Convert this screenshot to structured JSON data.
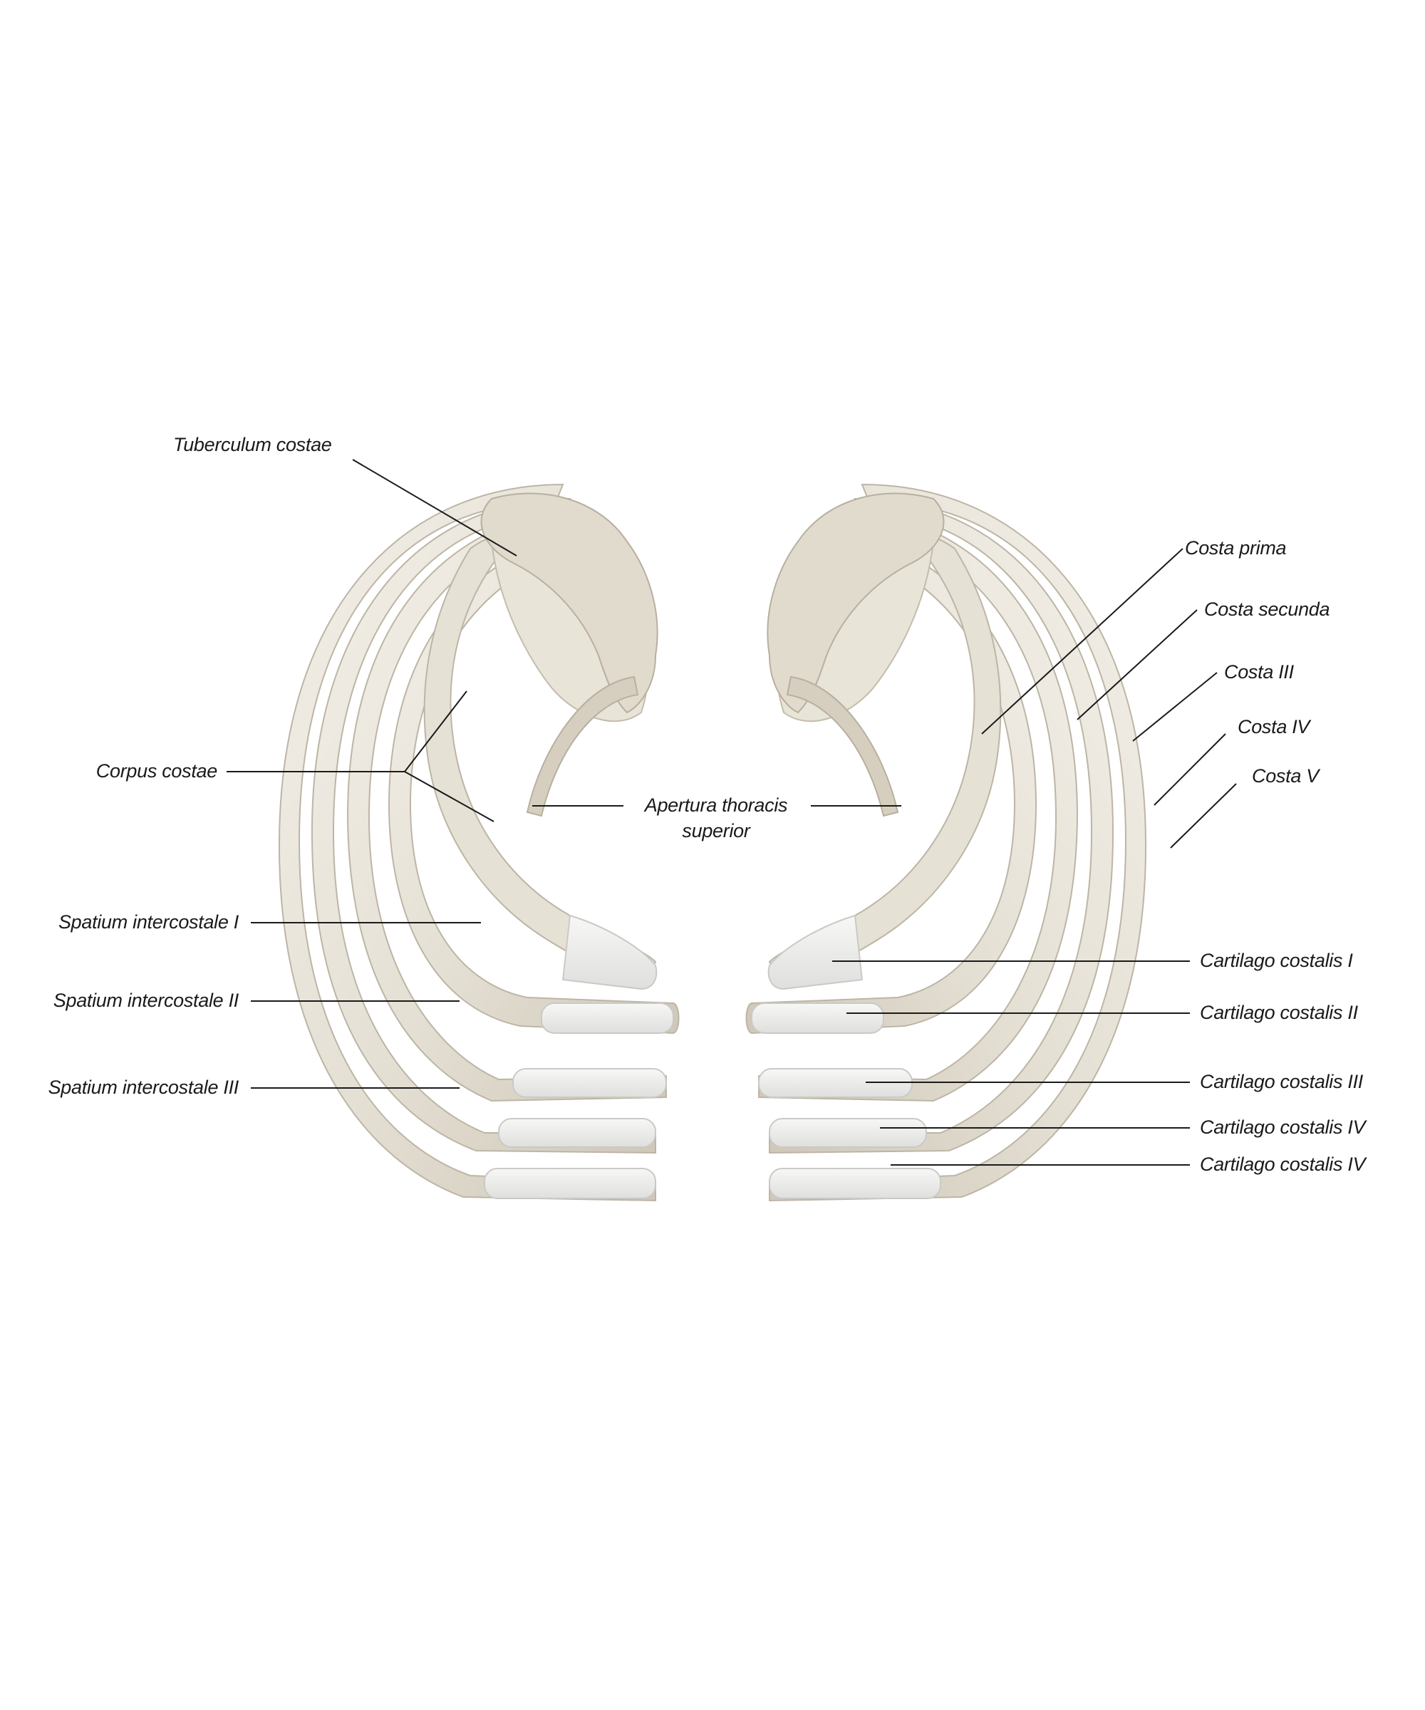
{
  "colors": {
    "background": "#ffffff",
    "bone_light": "#efece4",
    "bone_mid": "#dcd6c9",
    "bone_shadow": "#bdb5a5",
    "cartilage": "#f0f1ef",
    "leader_line": "#1a1a1a",
    "label_text": "#1a1a1a"
  },
  "labels": {
    "tuberculum_costae": "Tuberculum  costae",
    "corpus_costae": "Corpus costae",
    "apertura_line1": "Apertura thoracis",
    "apertura_line2": "superior",
    "spatium_1": "Spatium intercostale I",
    "spatium_2": "Spatium intercostale II",
    "spatium_3": "Spatium intercostale III",
    "costa_prima": "Costa prima",
    "costa_secunda": "Costa secunda",
    "costa_3": "Costa III",
    "costa_4": "Costa IV",
    "costa_5": "Costa V",
    "cartilago_1": "Cartilago costalis I",
    "cartilago_2": "Cartilago costalis II",
    "cartilago_3": "Cartilago costalis III",
    "cartilago_4": "Cartilago costalis IV",
    "cartilago_5": "Cartilago costalis IV"
  }
}
